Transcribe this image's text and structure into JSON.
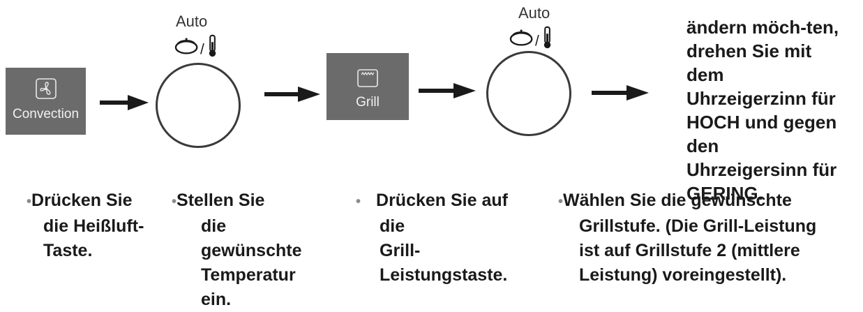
{
  "buttons": {
    "convection": {
      "label": "Convection",
      "icon": "fan-icon"
    },
    "grill": {
      "label": "Grill",
      "icon": "grill-icon"
    }
  },
  "dials": [
    {
      "auto_label": "Auto",
      "icons": [
        "pot-icon",
        "thermometer-icon"
      ],
      "separator": "/"
    },
    {
      "auto_label": "Auto",
      "icons": [
        "pot-icon",
        "thermometer-icon"
      ],
      "separator": "/"
    }
  ],
  "side_text": {
    "lines": [
      "ändern möch-ten,",
      "drehen Sie mit",
      "dem",
      "Uhrzeigerzinn für",
      "HOCH und gegen",
      "den",
      "Uhrzeigersinn für",
      "GERING."
    ]
  },
  "steps": [
    {
      "bullet": "•",
      "lines": [
        "Drücken Sie",
        "die Heißluft-",
        "Taste."
      ]
    },
    {
      "bullet": "•",
      "lines": [
        "Stellen Sie",
        "die",
        "gewünschte",
        "Temperatur",
        "ein."
      ]
    },
    {
      "bullet": "•",
      "lines": [
        "Drücken Sie auf",
        "die",
        "Grill-",
        "Leistungstaste."
      ]
    },
    {
      "bullet": "•",
      "lines": [
        "Wählen Sie die gewünschte",
        "Grillstufe. (Die Grill-Leistung",
        "ist auf Grillstufe 2 (mittlere",
        "Leistung) voreingestellt)."
      ]
    }
  ],
  "colors": {
    "button_bg": "#6b6b6b",
    "arrow": "#1a1a1a",
    "bullet": "#8a8a8a"
  }
}
